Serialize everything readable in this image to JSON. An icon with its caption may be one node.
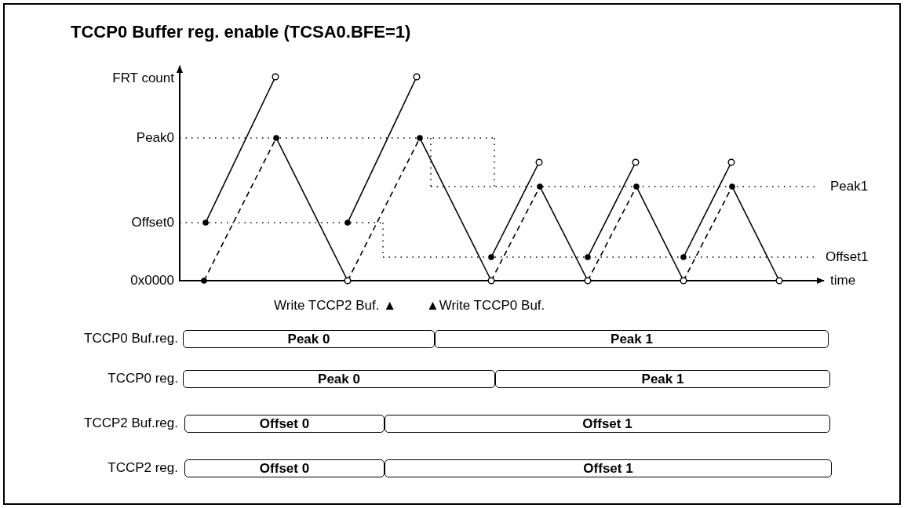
{
  "diagram": {
    "title": "TCCP0 Buffer reg. enable (TCSA0.BFE=1)",
    "nodes": [
      {
        "text": [
          "Peak 0"
        ]
      },
      {
        "text": [
          "Peak 1"
        ]
      },
      {
        "text": [
          "Peak 0"
        ]
      },
      {
        "text": [
          "Peak 1"
        ]
      },
      {
        "text": [
          "Offset 0"
        ]
      },
      {
        "text": [
          "Offset 1"
        ]
      },
      {
        "text": [
          "Offset 0"
        ]
      },
      {
        "text": [
          "Offset 1"
        ]
      }
    ],
    "labels": [
      "FRT count",
      "Peak0",
      "Peak1",
      "Offset0",
      "Offset1",
      "0x0000",
      "time",
      "Write TCCP2 Buf. ▲",
      "▲Write TCCP0 Buf.",
      "TCCP0 Buf.reg.",
      "TCCP0 reg.",
      "TCCP2 Buf.reg.",
      "TCCP2 reg."
    ]
  }
}
